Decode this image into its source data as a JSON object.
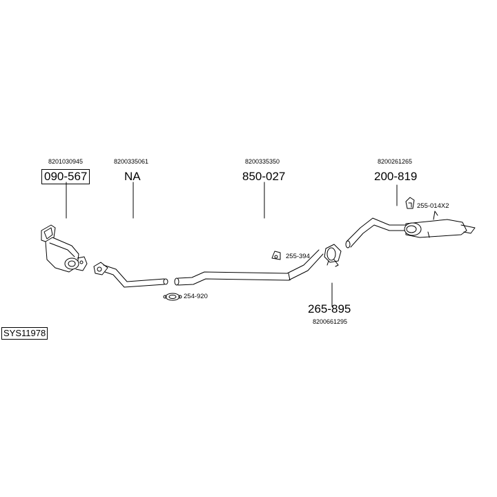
{
  "diagram": {
    "system_code": "SYS11978",
    "sections": [
      {
        "oem": "8201030945",
        "part": "090-567",
        "boxed": true
      },
      {
        "oem": "8200335061",
        "part": "NA",
        "boxed": false
      },
      {
        "oem": "8200335350",
        "part": "850-027",
        "boxed": false
      },
      {
        "oem": "8200261265",
        "part": "200-819",
        "boxed": false
      },
      {
        "oem": "8200661295",
        "part": "265-895",
        "boxed": false
      }
    ],
    "accessories": [
      {
        "code": "255-394"
      },
      {
        "code": "254-920"
      },
      {
        "code": "255-014X2"
      }
    ]
  }
}
